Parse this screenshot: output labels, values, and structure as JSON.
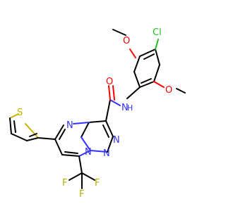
{
  "molecule": {
    "atom_colors": {
      "N": "#3333ff",
      "O": "#ff0000",
      "S": "#c9b200",
      "Cl": "#1fbf1f",
      "F": "#b3b300",
      "C": "#000000"
    },
    "labels": {
      "cl": "Cl",
      "o_methoxy_top": "O",
      "o_methoxy_right": "O",
      "o_carbonyl": "O",
      "n_amide": "N",
      "h_amide": "H",
      "s_thiophene": "S",
      "n_ring1": "N",
      "n_ring2": "N",
      "n_ring3": "N",
      "n_ring4": "N",
      "f1": "F",
      "f2": "F",
      "f3": "F"
    }
  }
}
